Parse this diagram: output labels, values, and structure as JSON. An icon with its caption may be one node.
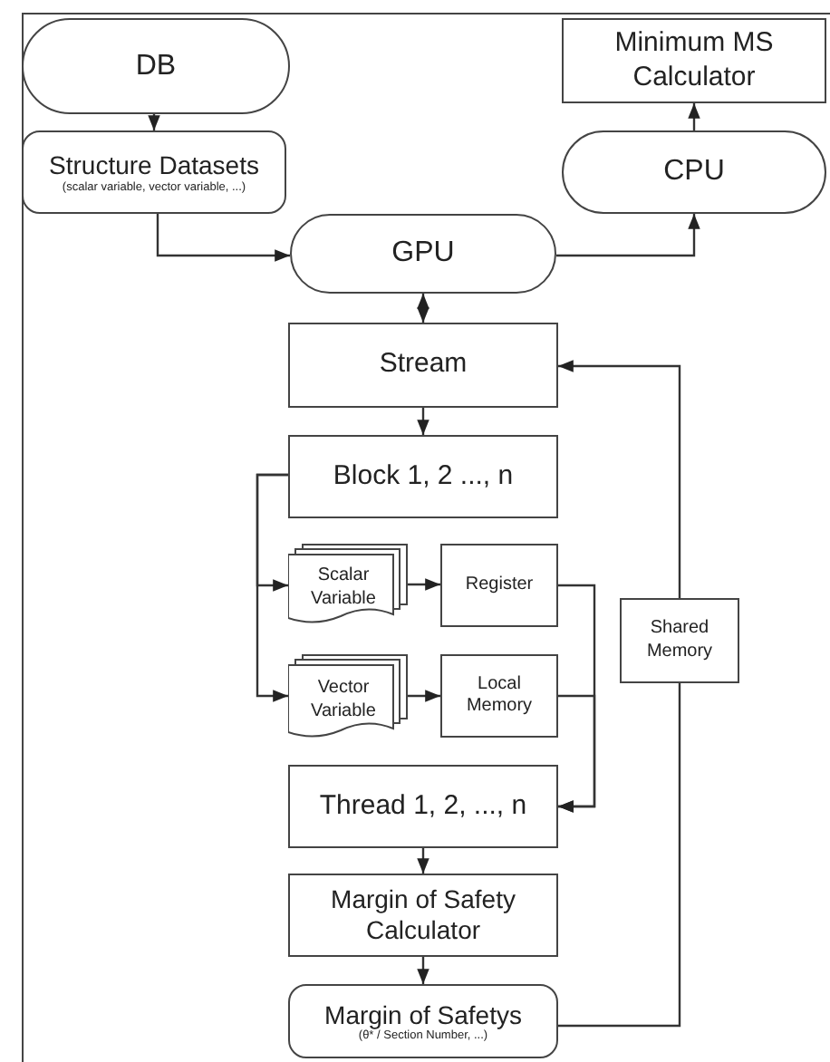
{
  "diagram": {
    "nodes": [
      {
        "text": [
          "DB"
        ]
      },
      {
        "text": [
          "Minimum MS Calculator"
        ]
      },
      {
        "text": [
          "Structure Datasets",
          "(scalar variable, vector variable, ...)"
        ]
      },
      {
        "text": [
          "CPU"
        ]
      },
      {
        "text": [
          "GPU"
        ]
      },
      {
        "text": [
          "Stream"
        ]
      },
      {
        "text": [
          "Block 1, 2 ..., n"
        ]
      },
      {
        "text": [
          "Scalar Variable"
        ]
      },
      {
        "text": [
          "Register"
        ]
      },
      {
        "text": [
          "Vector Variable"
        ]
      },
      {
        "text": [
          "Local Memory"
        ]
      },
      {
        "text": [
          "Shared Memory"
        ]
      },
      {
        "text": [
          "Thread 1, 2, ..., n"
        ]
      },
      {
        "text": [
          "Margin of Safety Calculator"
        ]
      },
      {
        "text": [
          "Margin of Safetys",
          "(θ* / Section Number, ...)"
        ]
      }
    ],
    "edges": [
      {
        "from": 0,
        "to": 2,
        "arrow": "to"
      },
      {
        "from": 2,
        "to": 4,
        "arrow": "to"
      },
      {
        "from": 4,
        "to": 3,
        "arrow": "to"
      },
      {
        "from": 3,
        "to": 1,
        "arrow": "to"
      },
      {
        "from": 4,
        "to": 5,
        "arrow": "both"
      },
      {
        "from": 5,
        "to": 6,
        "arrow": "to"
      },
      {
        "from": 6,
        "to": 7,
        "arrow": "to"
      },
      {
        "from": 6,
        "to": 9,
        "arrow": "to"
      },
      {
        "from": 7,
        "to": 8,
        "arrow": "to"
      },
      {
        "from": 9,
        "to": 10,
        "arrow": "to"
      },
      {
        "from": 8,
        "to": 12,
        "arrow": "to"
      },
      {
        "from": 10,
        "to": 12,
        "arrow": "to"
      },
      {
        "from": 14,
        "to": 11,
        "arrow": "none"
      },
      {
        "from": 11,
        "to": 5,
        "arrow": "to"
      },
      {
        "from": 12,
        "to": 13,
        "arrow": "to"
      },
      {
        "from": 13,
        "to": 14,
        "arrow": "to"
      }
    ]
  }
}
